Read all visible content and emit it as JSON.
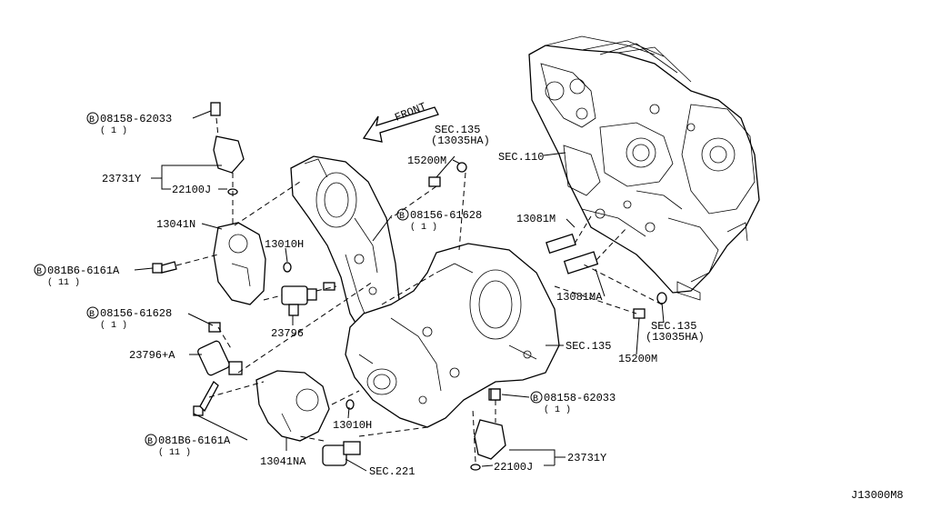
{
  "diagram_id": "J13000M8",
  "front_arrow": {
    "label": "FRONT"
  },
  "callouts": {
    "b1": {
      "circle": "B",
      "number": "08158-62033",
      "qty": "( 1 )"
    },
    "p23731y_a": {
      "number": "23731Y"
    },
    "p22100j_a": {
      "number": "22100J"
    },
    "p13041n": {
      "number": "13041N"
    },
    "b2": {
      "circle": "B",
      "number": "081B6-6161A",
      "qty": "( 11 )"
    },
    "p13010h_a": {
      "number": "13010H"
    },
    "b3": {
      "circle": "B",
      "number": "08156-61628",
      "qty": "( 1 )"
    },
    "p23796": {
      "number": "23796"
    },
    "b4": {
      "circle": "B",
      "number": "08156-61628",
      "qty": "( 1 )"
    },
    "p23796a": {
      "number": "23796+A"
    },
    "b5": {
      "circle": "B",
      "number": "081B6-6161A",
      "qty": "( 11 )"
    },
    "p13041na": {
      "number": "13041NA"
    },
    "p13010h_b": {
      "number": "13010H"
    },
    "sec221": {
      "number": "SEC.221"
    },
    "sec135_top": {
      "number": "SEC.135",
      "sub": "(13035HA)"
    },
    "p15200m_a": {
      "number": "15200M"
    },
    "sec110": {
      "number": "SEC.110"
    },
    "p13081m": {
      "number": "13081M"
    },
    "p13081ma": {
      "number": "13081MA"
    },
    "sec135_right": {
      "number": "SEC.135",
      "sub": "(13035HA)"
    },
    "p15200m_b": {
      "number": "15200M"
    },
    "sec135_mid": {
      "number": "SEC.135"
    },
    "b6": {
      "circle": "B",
      "number": "08158-62033",
      "qty": "( 1 )"
    },
    "p23731y_b": {
      "number": "23731Y"
    },
    "p22100j_b": {
      "number": "22100J"
    }
  }
}
